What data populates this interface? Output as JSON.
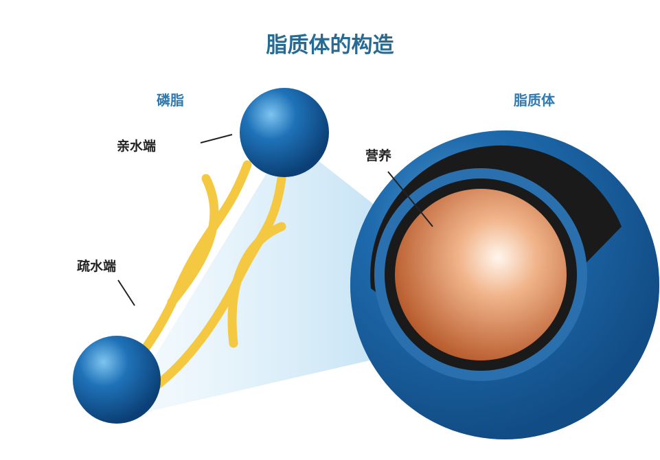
{
  "title": "脂质体的构造",
  "labels": {
    "phospholipid": "磷脂",
    "hydrophilic": "亲水端",
    "hydrophobic": "疏水端",
    "liposome": "脂质体",
    "nutrient": "营养"
  },
  "colors": {
    "title": "#276a93",
    "head": "#1f6fb5",
    "tail": "#f5c842",
    "core": "#d98855"
  }
}
